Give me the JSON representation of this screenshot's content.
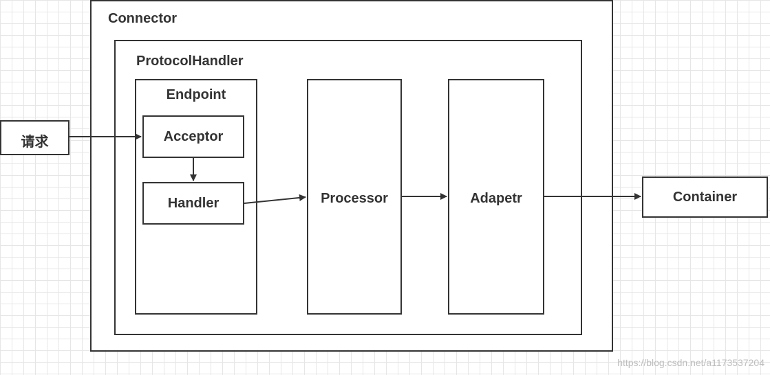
{
  "diagram": {
    "connector": "Connector",
    "protocol_handler": "ProtocolHandler",
    "endpoint": "Endpoint",
    "acceptor": "Acceptor",
    "handler": "Handler",
    "processor": "Processor",
    "adapter": "Adapetr",
    "request": "请求",
    "container": "Container"
  },
  "edges": [
    {
      "from": "请求",
      "to": "Acceptor"
    },
    {
      "from": "Acceptor",
      "to": "Handler"
    },
    {
      "from": "Handler",
      "to": "Processor"
    },
    {
      "from": "Processor",
      "to": "Adapetr"
    },
    {
      "from": "Adapetr",
      "to": "Container"
    }
  ],
  "watermark": "https://blog.csdn.net/a1173537204",
  "colors": {
    "stroke": "#333333",
    "text": "#333333",
    "grid": "#e6e6e6",
    "watermark": "#bdbdbd"
  }
}
